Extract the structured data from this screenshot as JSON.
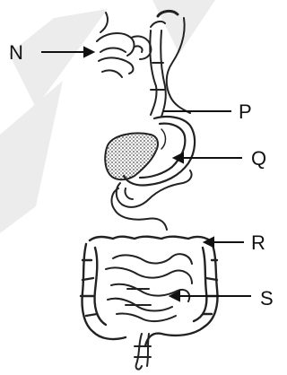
{
  "labels": {
    "N": "N",
    "P": "P",
    "Q": "Q",
    "R": "R",
    "S": "S"
  },
  "colors": {
    "ink": "#222222",
    "stipple": "#444444",
    "watermark": "#e9e9e9"
  }
}
